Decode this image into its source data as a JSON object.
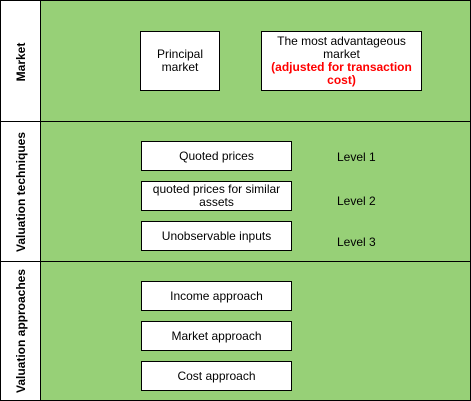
{
  "lanes": {
    "market": {
      "title": "Market",
      "principal": "Principal market",
      "advantageous": "The most advantageous market",
      "advantageous_note": "(adjusted for transaction cost)"
    },
    "techniques": {
      "title": "Valuation techniques",
      "quoted": "Quoted prices",
      "similar": "quoted prices for similar assets",
      "unobservable": "Unobservable inputs",
      "level1": "Level 1",
      "level2": "Level 2",
      "level3": "Level 3"
    },
    "approaches": {
      "title": "Valuation approaches",
      "income": "Income approach",
      "market": "Market approach",
      "cost": "Cost approach"
    }
  },
  "colors": {
    "lane_fill": "#97d077",
    "highlight_text": "#ff0000"
  }
}
